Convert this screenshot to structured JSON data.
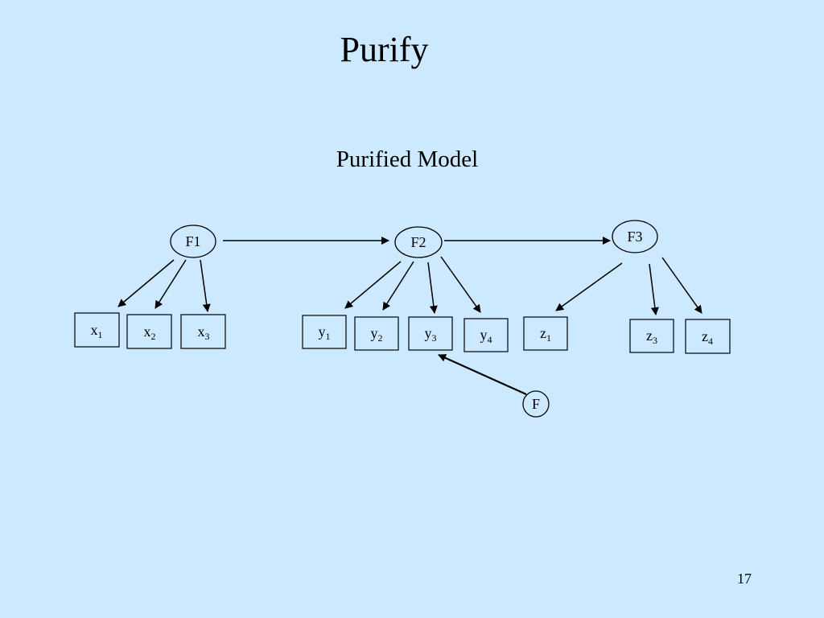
{
  "slide": {
    "title": "Purify",
    "subtitle": "Purified Model",
    "page_number": "17"
  },
  "diagram": {
    "latent_factors": [
      {
        "id": "F1",
        "label": "F1"
      },
      {
        "id": "F2",
        "label": "F2"
      },
      {
        "id": "F3",
        "label": "F3"
      },
      {
        "id": "F",
        "label": "F"
      }
    ],
    "indicators": [
      {
        "id": "x1",
        "base": "x",
        "sub": "1"
      },
      {
        "id": "x2",
        "base": "x",
        "sub": "2"
      },
      {
        "id": "x3",
        "base": "x",
        "sub": "3"
      },
      {
        "id": "y1",
        "base": "y",
        "sub": "1"
      },
      {
        "id": "y2",
        "base": "y",
        "sub": "2"
      },
      {
        "id": "y3",
        "base": "y",
        "sub": "3"
      },
      {
        "id": "y4",
        "base": "y",
        "sub": "4"
      },
      {
        "id": "z1",
        "base": "z",
        "sub": "1"
      },
      {
        "id": "z3",
        "base": "z",
        "sub": "3"
      },
      {
        "id": "z4",
        "base": "z",
        "sub": "4"
      }
    ],
    "edges": [
      {
        "from": "F1",
        "to": "F2"
      },
      {
        "from": "F2",
        "to": "F3"
      },
      {
        "from": "F1",
        "to": "x1"
      },
      {
        "from": "F1",
        "to": "x2"
      },
      {
        "from": "F1",
        "to": "x3"
      },
      {
        "from": "F2",
        "to": "y1"
      },
      {
        "from": "F2",
        "to": "y2"
      },
      {
        "from": "F2",
        "to": "y3"
      },
      {
        "from": "F2",
        "to": "y4"
      },
      {
        "from": "F3",
        "to": "z1"
      },
      {
        "from": "F3",
        "to": "z3"
      },
      {
        "from": "F3",
        "to": "z4"
      },
      {
        "from": "F",
        "to": "y3"
      }
    ]
  }
}
